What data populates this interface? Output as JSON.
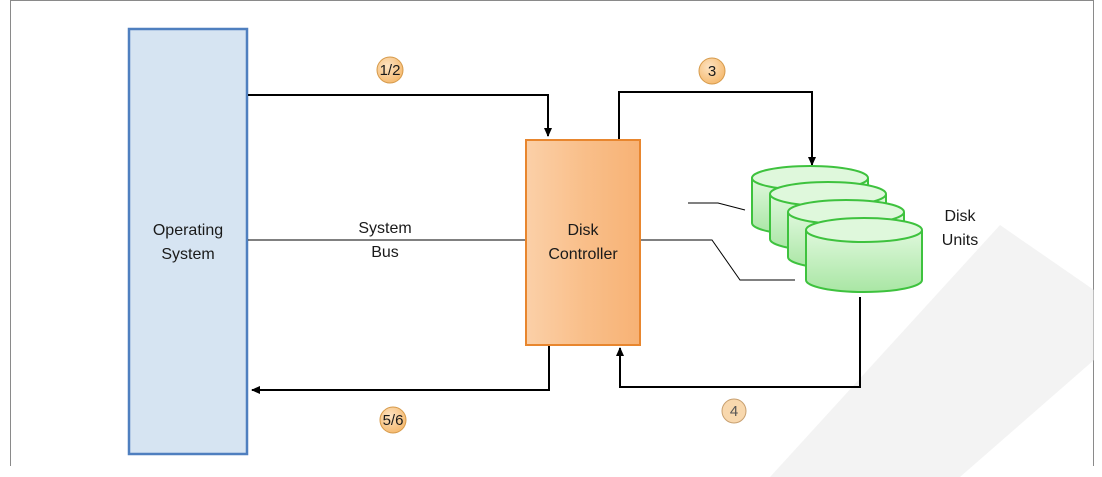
{
  "os": {
    "line1": "Operating",
    "line2": "System"
  },
  "bus": {
    "line1": "System",
    "line2": "Bus"
  },
  "controller": {
    "line1": "Disk",
    "line2": "Controller"
  },
  "disks": {
    "line1": "Disk",
    "line2": "Units",
    "count": 4
  },
  "steps": [
    "1/2",
    "3",
    "4",
    "5/6"
  ],
  "colors": {
    "os_fill": "#d6e4f2",
    "os_stroke": "#4a78b5",
    "ctrl_fill": "#f9c08d",
    "ctrl_stroke": "#e8862e",
    "disk_fill": "#c9f2c5",
    "disk_stroke": "#3ec23e",
    "badge_fill": "#f9c78a",
    "badge_stroke": "#d69a4a"
  }
}
